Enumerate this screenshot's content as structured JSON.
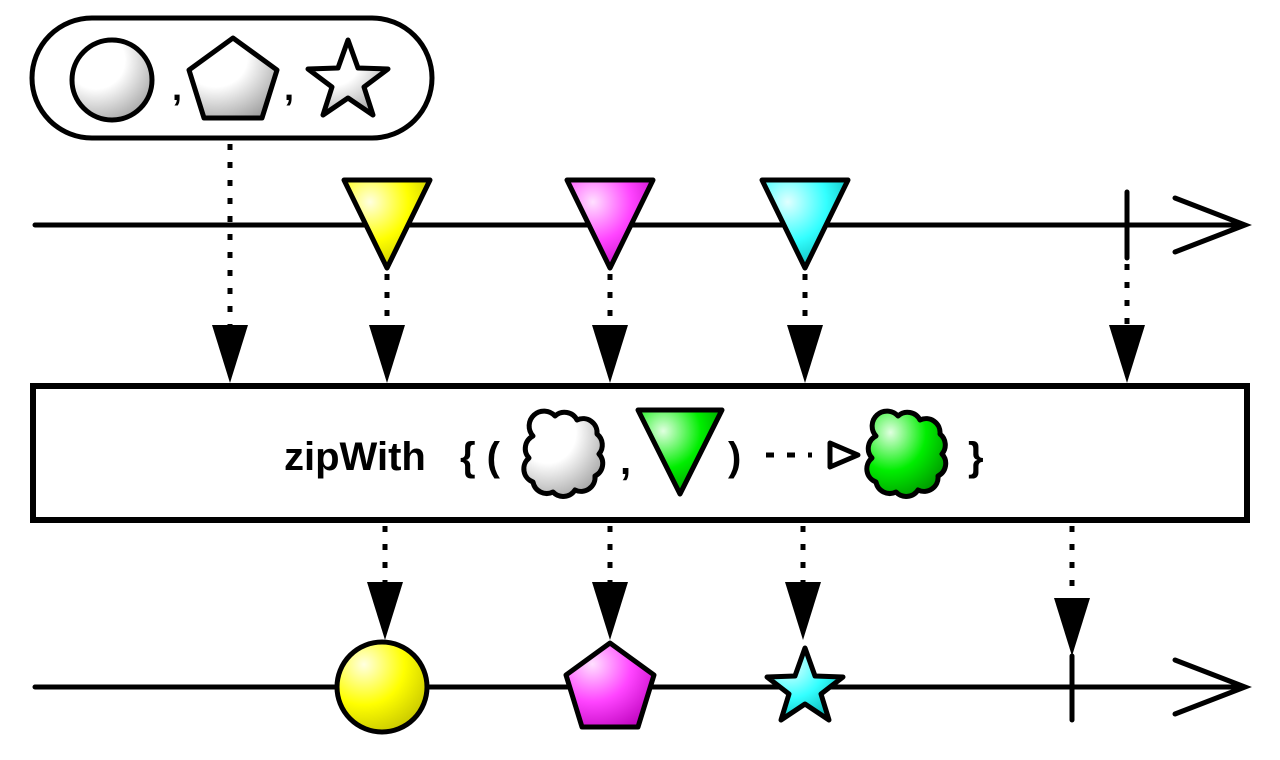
{
  "operator": {
    "name": "zipWith",
    "open": "{ (",
    "comma": ",",
    "close_paren": ")",
    "close_brace": "}"
  },
  "iterable": {
    "items": [
      "circle",
      "pentagon",
      "star"
    ],
    "separator": ","
  },
  "source_stream": {
    "items": [
      {
        "shape": "triangle-down",
        "color": "#ffff00"
      },
      {
        "shape": "triangle-down",
        "color": "#ff44ff"
      },
      {
        "shape": "triangle-down",
        "color": "#33ffff"
      }
    ],
    "completed": true
  },
  "result_stream": {
    "items": [
      {
        "shape": "circle",
        "color": "#ffff00"
      },
      {
        "shape": "pentagon",
        "color": "#ff44ff"
      },
      {
        "shape": "star",
        "color": "#33ffff"
      }
    ],
    "completed": true
  },
  "colors": {
    "green": "#00dd00",
    "white": "#ffffff"
  }
}
